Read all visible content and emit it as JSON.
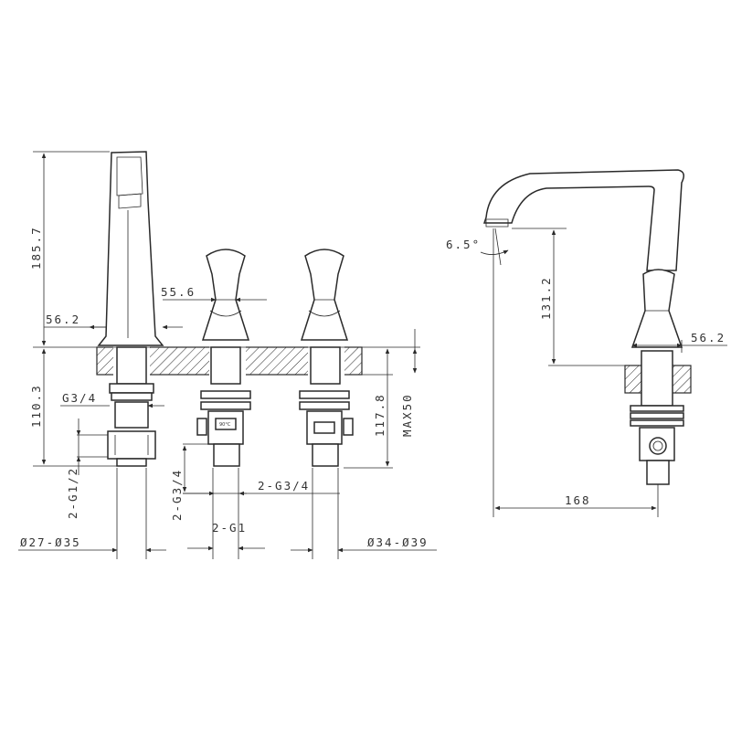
{
  "labels": {
    "height_spout": "185.7",
    "spout_depth_left": "56.2",
    "handle_depth": "55.6",
    "thread_spout": "G3/4",
    "below_deck_spout": "110.3",
    "below_deck_valve": "117.8",
    "max_deck": "MAX50",
    "thread_2g12": "2-G1/2",
    "thread_2g34_v": "2-G3/4",
    "thread_2g34_h": "2-G3/4",
    "thread_2g1": "2-G1",
    "dia_left": "Ø27-Ø35",
    "dia_right": "Ø34-Ø39",
    "valve_tag": "90°C",
    "angle": "6.5°",
    "height_side": "131.2",
    "spout_depth_right": "56.2",
    "reach": "168"
  },
  "colors": {
    "line": "#2a2a2a",
    "text": "#333333",
    "background": "#ffffff"
  }
}
